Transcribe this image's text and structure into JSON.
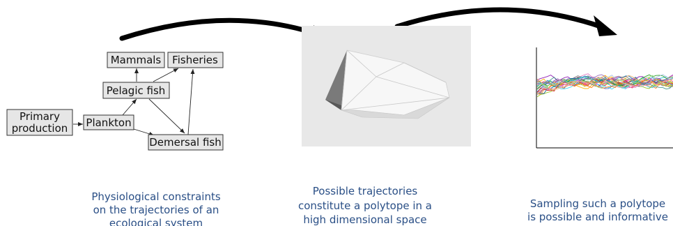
{
  "food_web": {
    "nodes": {
      "primary_production": [
        "Primary",
        "production"
      ],
      "plankton": "Plankton",
      "pelagic_fish": "Pelagic fish",
      "mammals": "Mammals",
      "fisheries": "Fisheries",
      "demersal_fish": "Demersal fish"
    }
  },
  "captions": {
    "left": [
      "Physiological constraints",
      "on the trajectories of an",
      "ecological system"
    ],
    "middle": [
      "Possible trajectories",
      "constitute a polytope in a",
      "high dimensional space"
    ],
    "right": [
      "Sampling such a polytope",
      "is possible and informative"
    ]
  },
  "colors": {
    "caption": "#2a4f86",
    "node_fill": "#e6e6e6",
    "polytope_panel": "#e8e8e8"
  }
}
